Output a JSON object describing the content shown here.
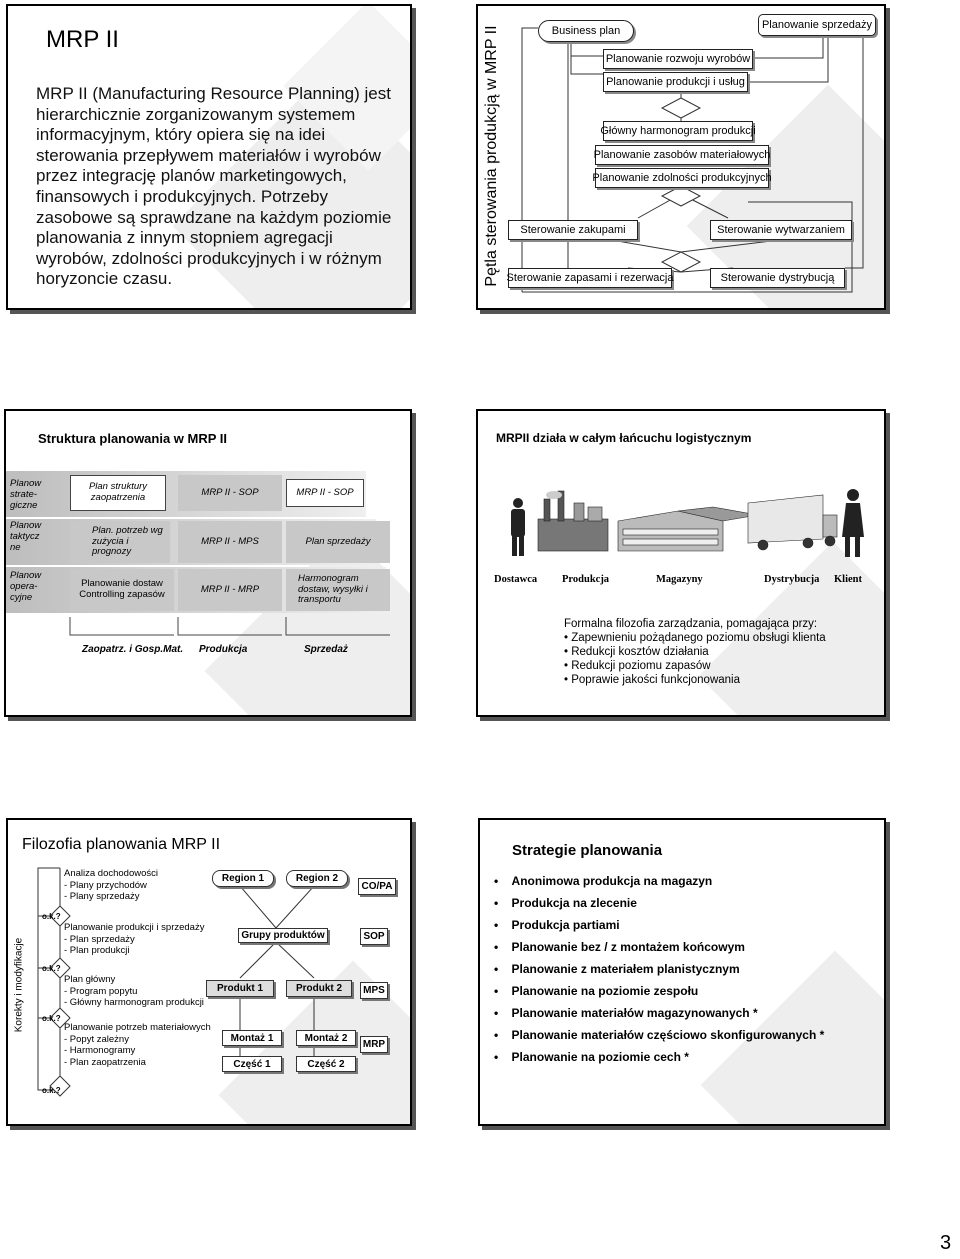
{
  "slide1": {
    "title": "MRP II",
    "body": "MRP II (Manufacturing Resource Planning) jest hierarchicznie zorganizowanym systemem informacyjnym, który opiera się na idei sterowania przepływem materiałów i wyrobów przez integrację planów marketingowych, finansowych i produkcyjnych. Potrzeby zasobowe są sprawdzane na każdym poziomie planowania z innym stopniem agregacji wyrobów, zdolności produkcyjnych i w różnym horyzoncie czasu."
  },
  "slide2": {
    "vertical_title": "Pętla sterowania produkcją w MRP II",
    "business_plan": "Business plan",
    "sales_planning": "Planowanie sprzedaży",
    "product_dev": "Planowanie rozwoju wyrobów",
    "prod_services": "Planowanie produkcji i usług",
    "master_schedule": "Główny harmonogram produkcji",
    "material_res": "Planowanie zasobów materiałowych",
    "capacity": "Planowanie zdolności produkcyjnych",
    "purchasing": "Sterowanie zakupami",
    "manufacturing": "Sterowanie wytwarzaniem",
    "inventory": "Sterowanie zapasami i rezerwacja",
    "distribution": "Sterowanie dystrybucją"
  },
  "slide3": {
    "title": "Struktura planowania w MRP II",
    "levels": [
      "Planow strate-giczne",
      "Planow taktycz ne",
      "Planow opera-cyjne"
    ],
    "rows": [
      [
        "Plan struktury zaopatrzenia",
        "MRP II - SOP",
        "MRP II - SOP"
      ],
      [
        "Plan. potrzeb wg zużycia i prognozy",
        "MRP II - MPS",
        "Plan sprzedaży"
      ],
      [
        "Planowanie dostaw Controlling zapasów",
        "MRP II - MRP",
        "Harmonogram dostaw, wysyłki i transportu"
      ]
    ],
    "columns": [
      "Zaopatrz. i Gosp.Mat.",
      "Produkcja",
      "Sprzedaż"
    ]
  },
  "slide4": {
    "title": "MRPII działa w całym łańcuchu logistycznym",
    "chain": [
      "Dostawca",
      "Produkcja",
      "Magazyny",
      "Dystrybucja",
      "Klient"
    ],
    "intro": "Formalna filozofia zarządzania, pomagająca przy:",
    "bullets": [
      "Zapewnieniu pożądanego poziomu obsługi klienta",
      "Redukcji kosztów działania",
      "Redukcji poziomu zapasów",
      "Poprawie jakości funkcjonowania"
    ]
  },
  "slide5": {
    "title": "Filozofia planowania MRP II",
    "side_label": "Korekty i modyfikacje",
    "ok_label": "o.k.?",
    "steps": [
      [
        "Analiza dochodowości",
        "- Plany przychodów",
        "- Plany sprzedaży"
      ],
      [
        "Planowanie produkcji i sprzedaży",
        "- Plan sprzedaży",
        "- Plan produkcji"
      ],
      [
        "Plan główny",
        "- Program popytu",
        "- Główny harmonogram produkcji"
      ],
      [
        "Planowanie potrzeb materiałowych",
        "- Popyt zależny",
        "- Harmonogramy",
        "- Plan zaopatrzenia"
      ]
    ],
    "hier": {
      "region1": "Region 1",
      "region2": "Region 2",
      "groups": "Grupy produktów",
      "product1": "Produkt 1",
      "product2": "Produkt 2",
      "assembly1": "Montaż 1",
      "assembly2": "Montaż 2",
      "part1": "Część 1",
      "part2": "Część 2"
    },
    "tags": [
      "CO/PA",
      "SOP",
      "MPS",
      "MRP"
    ]
  },
  "slide6": {
    "title": "Strategie planowania",
    "items": [
      "Anonimowa produkcja na magazyn",
      "Produkcja na zlecenie",
      "Produkcja partiami",
      "Planowanie bez / z montażem końcowym",
      "Planowanie z materiałem planistycznym",
      "Planowanie na poziomie zespołu",
      "Planowanie materiałów magazynowanych *",
      "Planowanie materiałów częściowo skonfigurowanych *",
      "Planowanie na poziomie cech *"
    ]
  },
  "page_number": "3"
}
